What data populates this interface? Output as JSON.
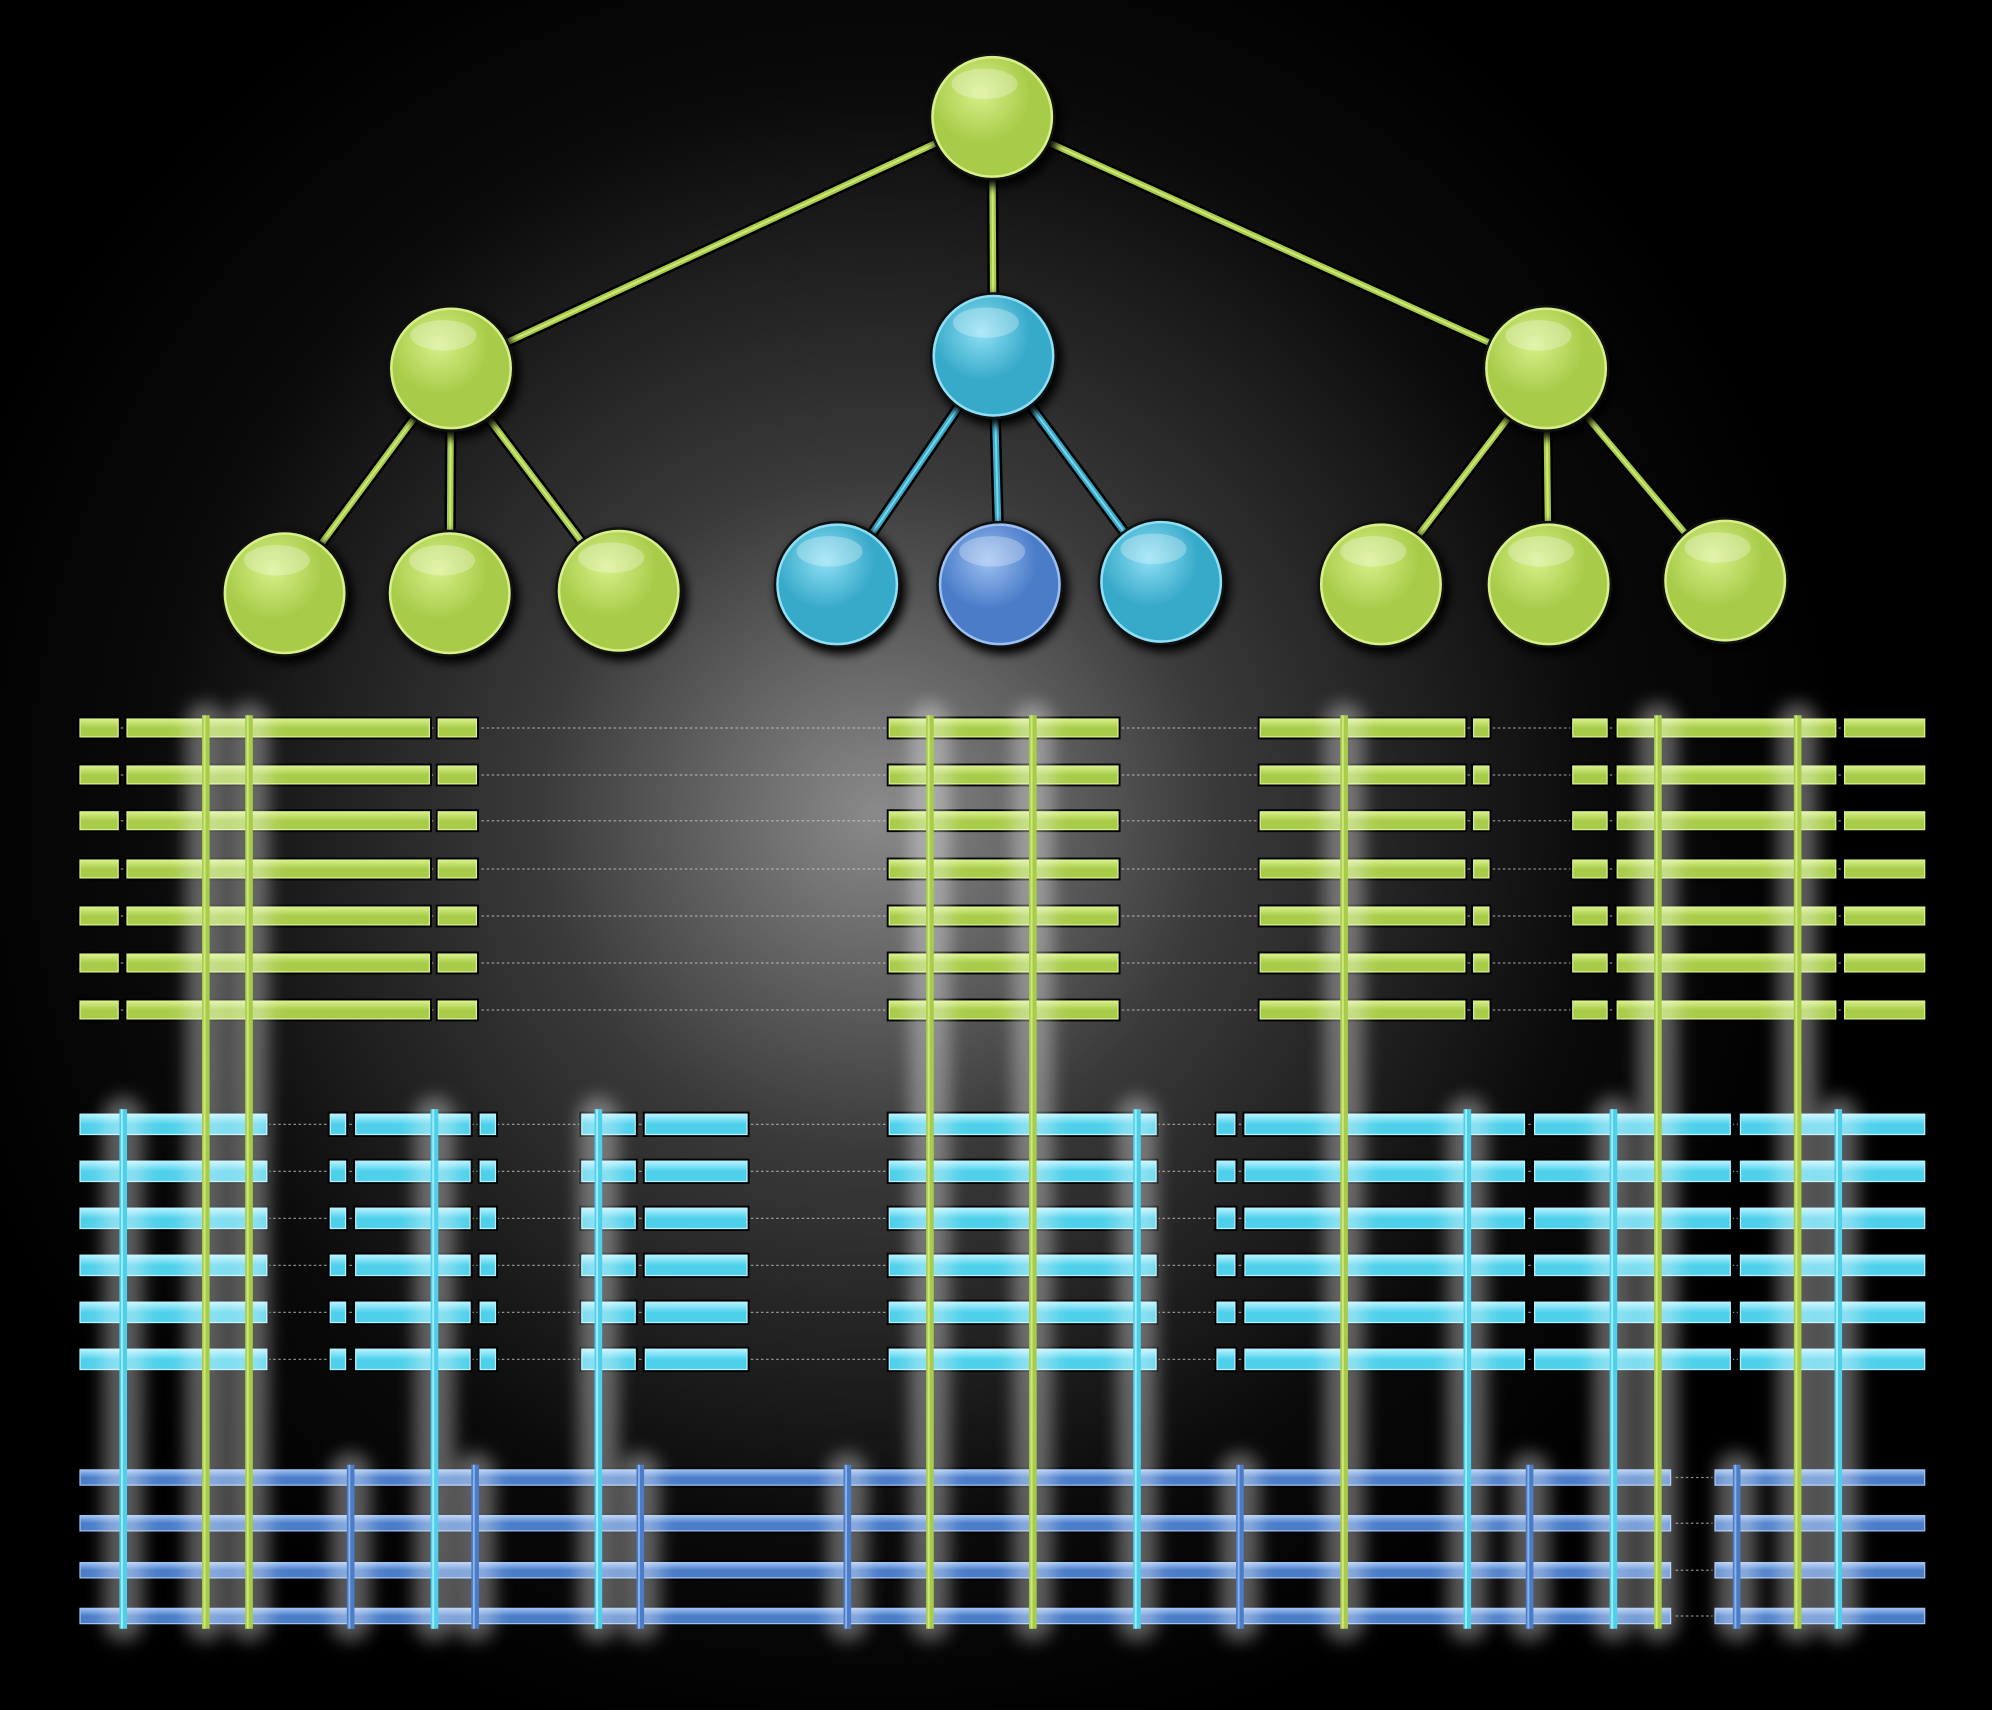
{
  "diagram": {
    "type": "hierarchy-with-bar-grid",
    "tree": {
      "root": {
        "color": "green"
      },
      "level2": [
        {
          "color": "green",
          "children": [
            "green",
            "green",
            "green"
          ]
        },
        {
          "color": "teal",
          "children": [
            "teal",
            "blue",
            "teal"
          ]
        },
        {
          "color": "green",
          "children": [
            "green",
            "green",
            "green"
          ]
        }
      ]
    },
    "bar_groups": [
      {
        "name": "green-rows",
        "color": "green",
        "row_count": 7
      },
      {
        "name": "cyan-rows",
        "color": "cyan",
        "row_count": 6
      },
      {
        "name": "blue-rows",
        "color": "blue",
        "row_count": 4
      }
    ],
    "palette": {
      "green": "#a8cc4a",
      "green_light": "#d8f08a",
      "teal": "#37a9c9",
      "teal_light": "#8fe0f5",
      "blue": "#4a7cc8",
      "blue_light": "#9cc0f2",
      "cyan": "#4fd0ea",
      "cyan_light": "#b4f2ff",
      "background_center": "#8a8a8a",
      "background_edge": "#000000"
    }
  }
}
